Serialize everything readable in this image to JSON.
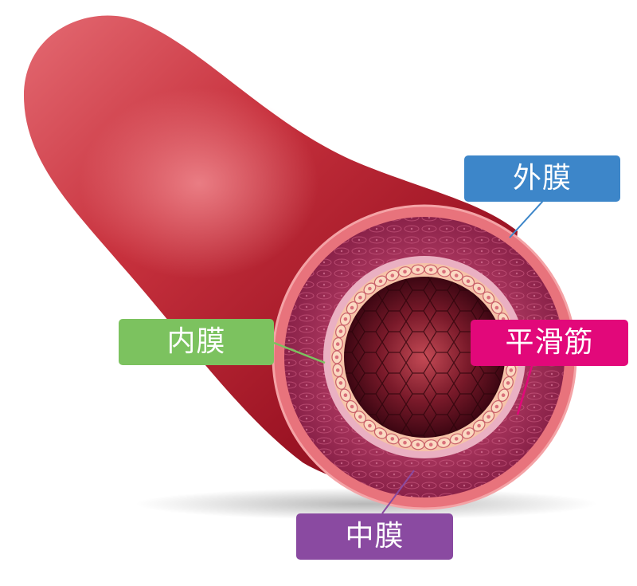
{
  "labels": {
    "adventitia": {
      "text": "外膜",
      "color": "#3d86c9"
    },
    "intima": {
      "text": "内膜",
      "color": "#7cc25f"
    },
    "smooth_muscle": {
      "text": "平滑筋",
      "color": "#e2087a"
    },
    "media": {
      "text": "中膜",
      "color": "#8a4aa1"
    }
  },
  "colors": {
    "vessel_outer": "#b8202e",
    "adventitia_ring": "#e8737c",
    "media_ring": "#9b2a55",
    "intima_cells": "#f6c3a8",
    "lumen": "#5a0f1e"
  }
}
